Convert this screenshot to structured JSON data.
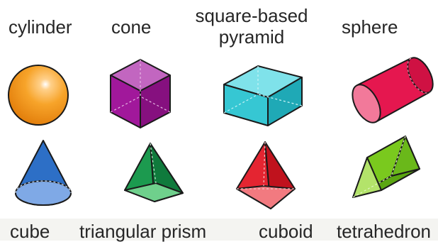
{
  "top_labels": {
    "cylinder": "cylinder",
    "cone": "cone",
    "square_based_pyramid_line1": "square-based",
    "square_based_pyramid_line2": "pyramid",
    "sphere": "sphere"
  },
  "bottom_labels": {
    "cube": "cube",
    "triangular_prism": "triangular prism",
    "cuboid": "cuboid",
    "tetrahedron": "tetrahedron"
  },
  "shapes": [
    {
      "name": "sphere",
      "color": "#f39418"
    },
    {
      "name": "cube",
      "color": "#a0189a"
    },
    {
      "name": "cuboid",
      "color": "#2bc3cf"
    },
    {
      "name": "cylinder",
      "color": "#e8144e"
    },
    {
      "name": "cone",
      "color": "#2f73c9"
    },
    {
      "name": "square-based pyramid",
      "color": "#1ea052"
    },
    {
      "name": "tetrahedron",
      "color": "#e8242f"
    },
    {
      "name": "triangular prism",
      "color": "#7bc91f"
    }
  ]
}
